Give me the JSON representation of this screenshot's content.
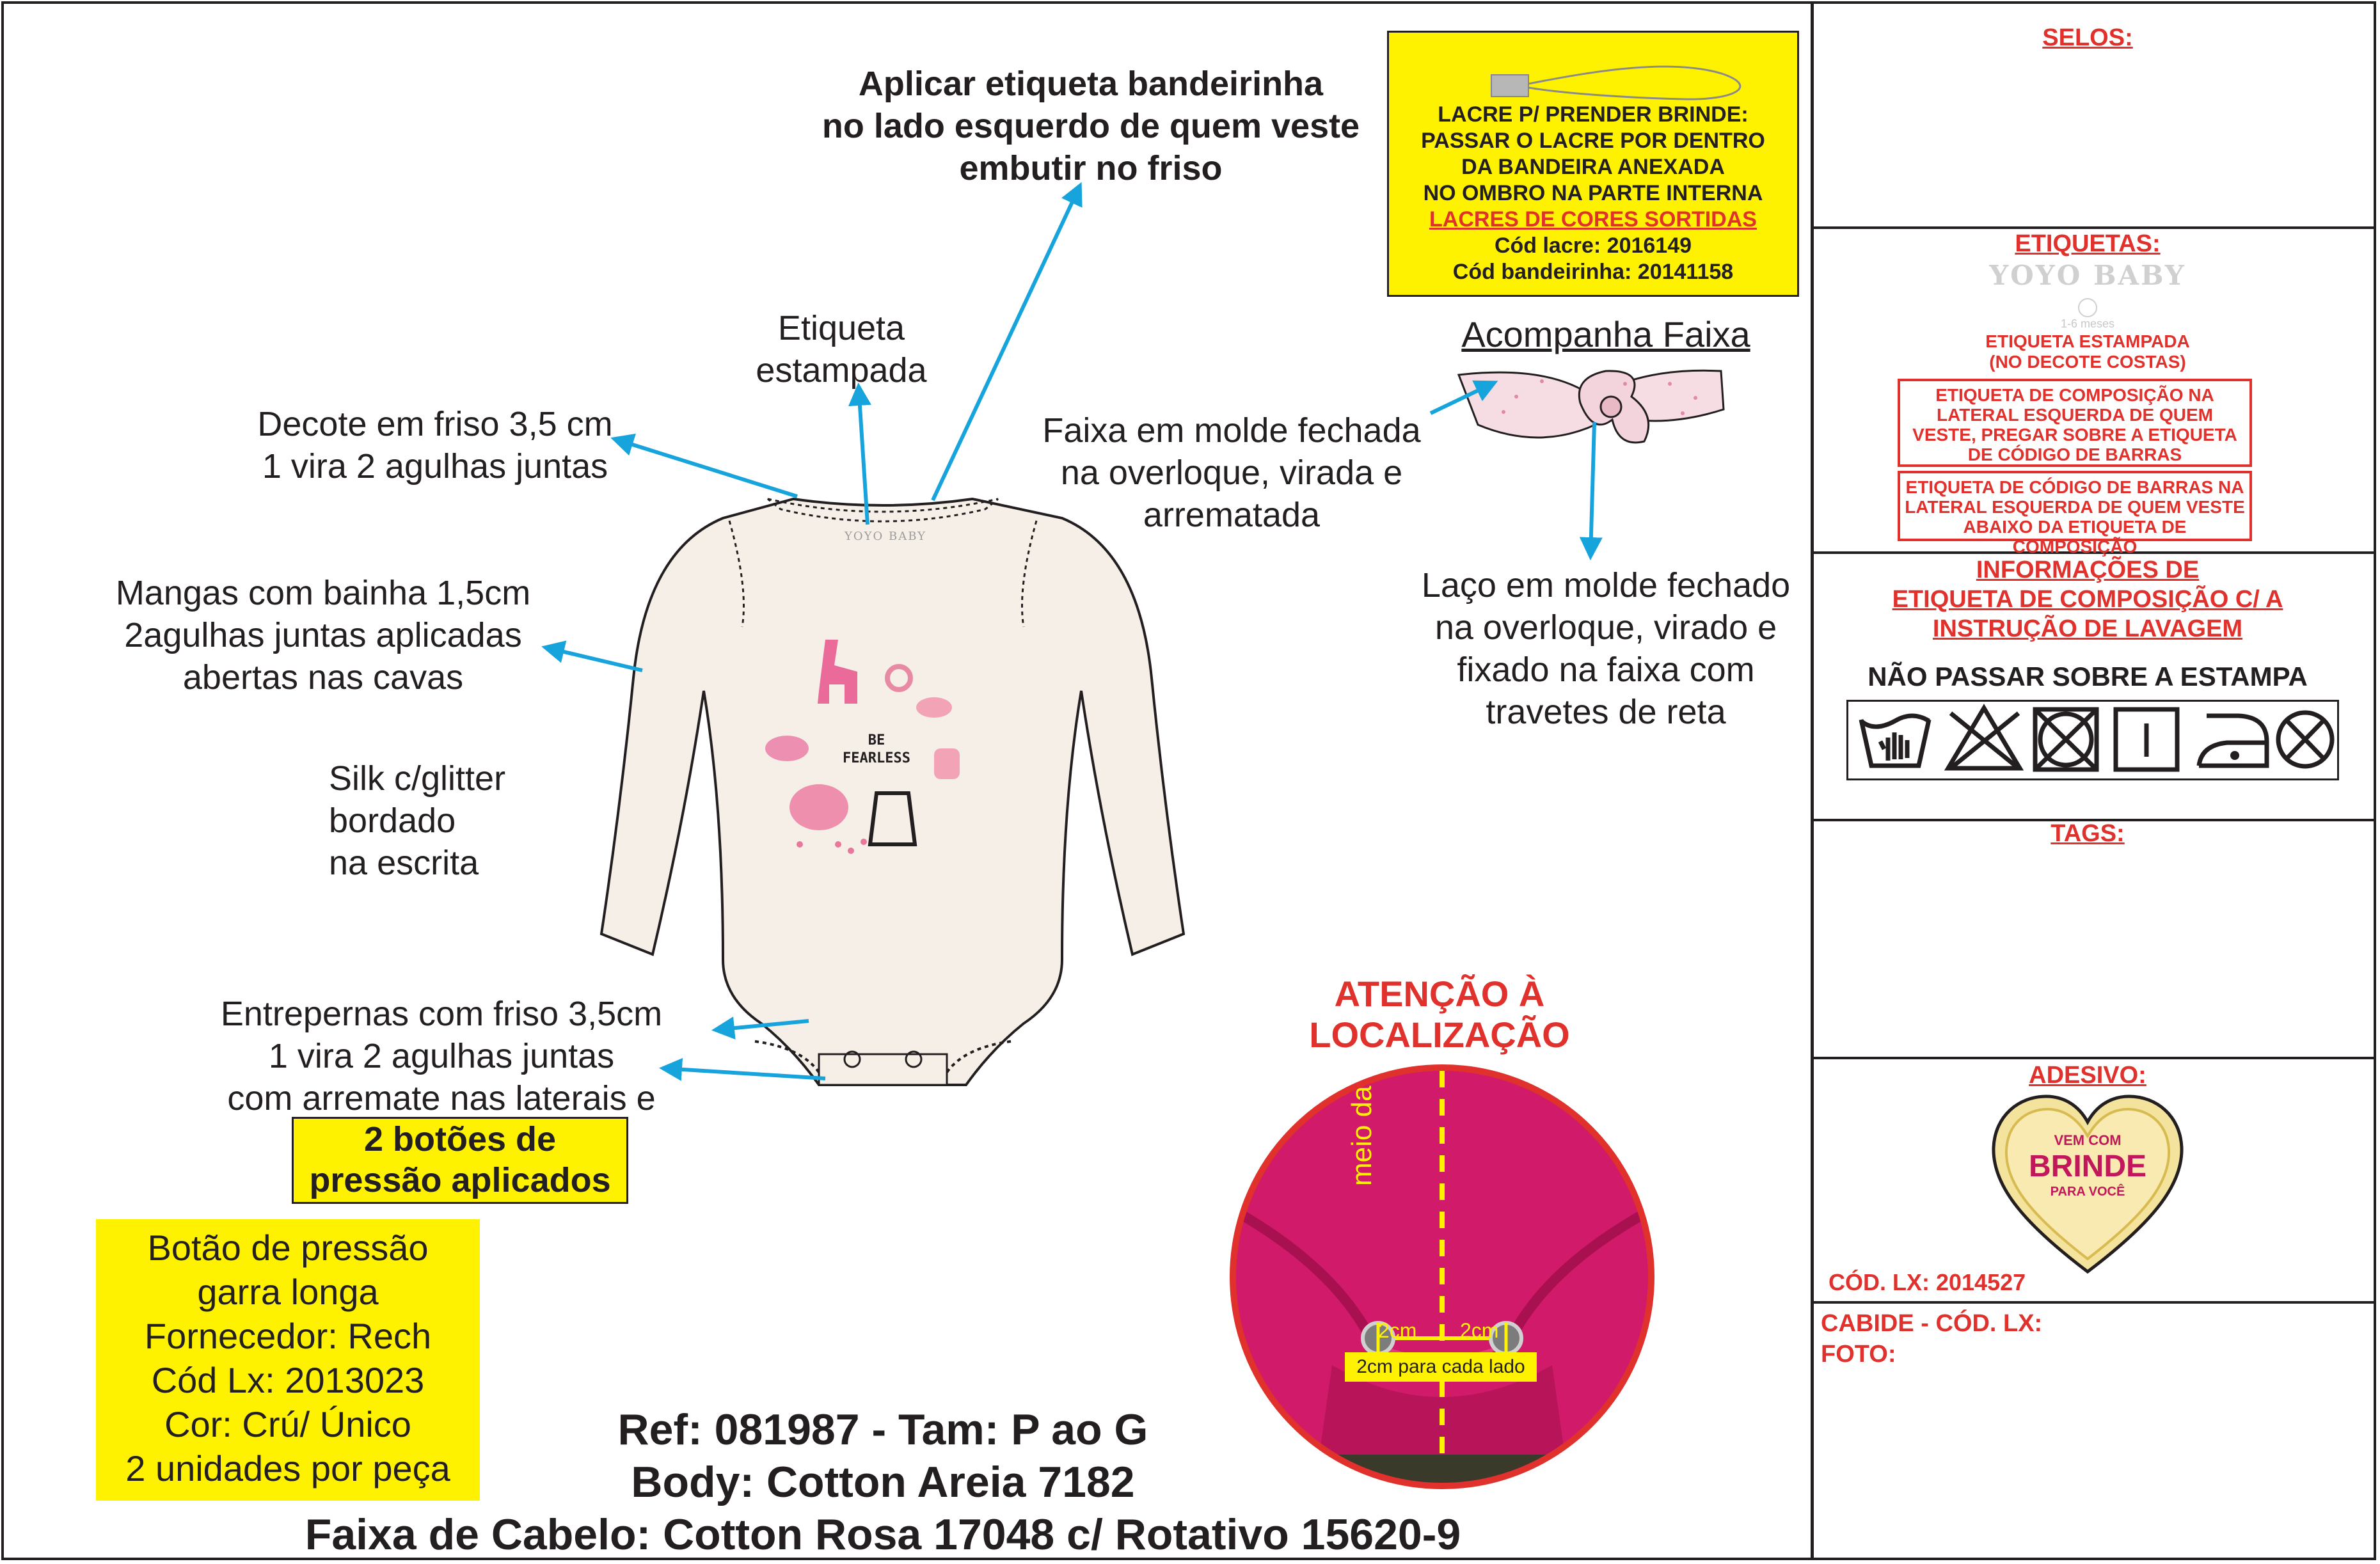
{
  "notes": {
    "bandeirinha": [
      "Aplicar etiqueta bandeirinha",
      "no lado esquerdo de quem veste",
      "embutir no friso"
    ],
    "etiqueta_estampada": [
      "Etiqueta",
      "estampada"
    ],
    "decote": [
      "Decote em friso 3,5 cm",
      "1 vira 2 agulhas juntas"
    ],
    "mangas": [
      "Mangas com bainha 1,5cm",
      "2agulhas juntas aplicadas",
      "abertas nas cavas"
    ],
    "silk": [
      "Silk c/glitter",
      "bordado",
      "na escrita"
    ],
    "entrepernas": [
      "Entrepernas com friso 3,5cm",
      "1 vira 2 agulhas juntas",
      "com arremate nas laterais e"
    ],
    "botoes": [
      "2 botões de",
      "pressão aplicados"
    ],
    "faixa": [
      "Faixa em molde fechada",
      "na overloque, virada e",
      "arrematada"
    ],
    "laco": [
      "Laço em molde fechado",
      "na overloque, virado e",
      "fixado na faixa com",
      "travetes de reta"
    ],
    "acompanha": "Acompanha Faixa"
  },
  "lacre_box": {
    "lines": [
      "LACRE P/ PRENDER BRINDE:",
      "PASSAR O LACRE POR DENTRO",
      "DA BANDEIRA ANEXADA",
      "NO OMBRO NA PARTE INTERNA"
    ],
    "highlight": "LACRES DE CORES SORTIDAS",
    "cod_lacre": "Cód lacre: 2016149",
    "cod_bandeirinha": "Cód bandeirinha: 20141158"
  },
  "botao_box": [
    "Botão de pressão",
    "garra longa",
    "Fornecedor: Rech",
    "Cód Lx: 2013023",
    "Cor: Crú/ Único",
    "2 unidades por peça"
  ],
  "atencao": {
    "title": [
      "ATENÇÃO À",
      "LOCALIZAÇÃO"
    ],
    "meio": "meio da peça",
    "left_measure": "2cm",
    "right_measure": "2cm",
    "caption": "2cm para cada lado"
  },
  "garment": {
    "brand": "YOYO BABY",
    "print_text": [
      "BE",
      "FEARLESS"
    ]
  },
  "footer": {
    "ref": "Ref: 081987 - Tam: P ao G",
    "body": "Body: Cotton Areia 7182",
    "faixa": "Faixa de Cabelo: Cotton Rosa 17048 c/ Rotativo 15620-9"
  },
  "side": {
    "selos": "SELOS:",
    "etiquetas": "ETIQUETAS:",
    "brand_logo": "YOYO BABY",
    "size_small": "1-6 meses",
    "etiqueta_estampada": [
      "ETIQUETA ESTAMPADA",
      "(NO DECOTE COSTAS)"
    ],
    "composicao": [
      "ETIQUETA DE COMPOSIÇÃO NA",
      "LATERAL ESQUERDA DE QUEM",
      "VESTE, PREGAR SOBRE A ETIQUETA",
      "DE CÓDIGO DE BARRAS"
    ],
    "codigo_barras": [
      "ETIQUETA DE CÓDIGO DE BARRAS NA",
      "LATERAL ESQUERDA DE QUEM VESTE",
      "ABAIXO DA ETIQUETA DE COMPOSIÇÃO"
    ],
    "informacoes": [
      "INFORMAÇÕES DE",
      "ETIQUETA DE COMPOSIÇÃO C/ A",
      "INSTRUÇÃO DE LAVAGEM"
    ],
    "nao_passar": "NÃO PASSAR SOBRE A ESTAMPA",
    "care_icons": [
      "hand-wash-icon",
      "no-bleach-icon",
      "no-tumble-dry-icon",
      "line-dry-icon",
      "iron-low-icon",
      "no-dry-clean-icon"
    ],
    "tags": "TAGS:",
    "adesivo": "ADESIVO:",
    "adesivo_text": [
      "VEM COM",
      "BRINDE",
      "PARA VOCÊ"
    ],
    "cod_adesivo": "CÓD. LX: 2014527",
    "cabide": "CABIDE - CÓD. LX:",
    "foto": "FOTO:"
  },
  "colors": {
    "accent_red": "#e0312c",
    "highlight_yellow": "#fff200",
    "arrow_blue": "#17a4dd",
    "pink": "#d6156d"
  }
}
